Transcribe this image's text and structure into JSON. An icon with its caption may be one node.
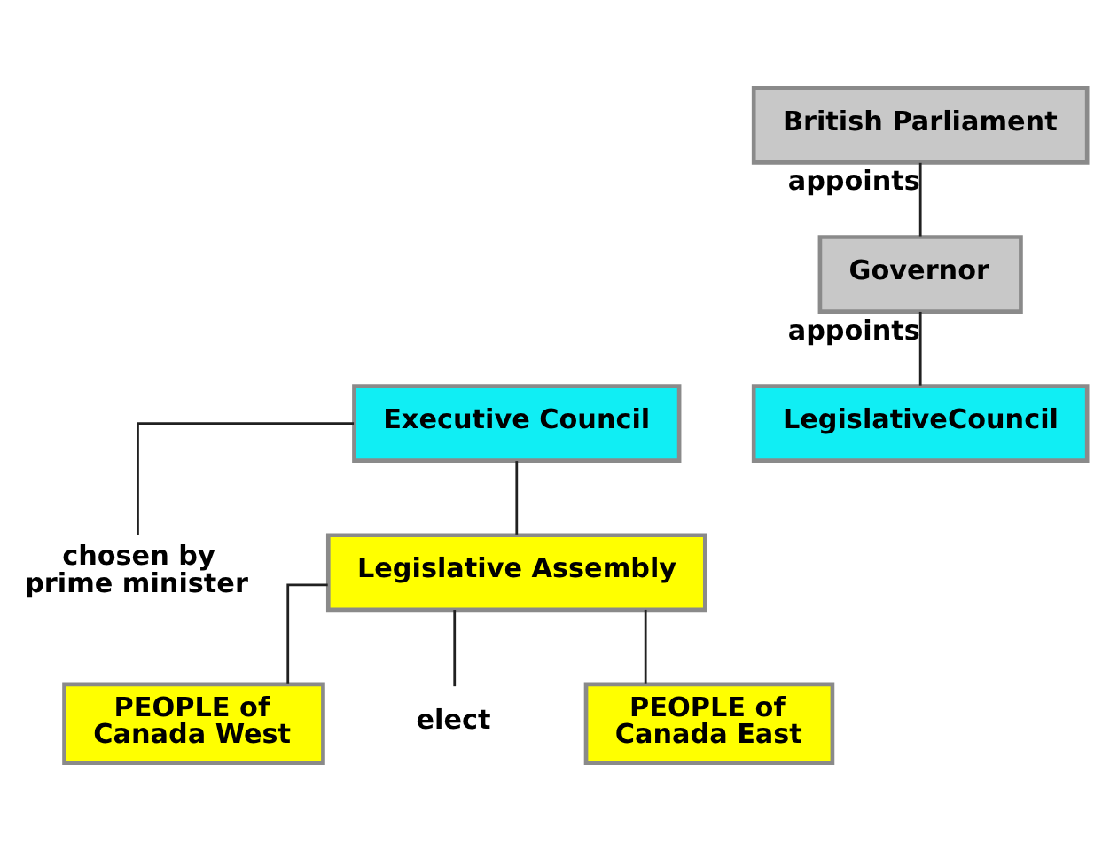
{
  "diagram": {
    "nodes": [
      {
        "text": [
          "British Parliament"
        ]
      },
      {
        "text": [
          "Governor"
        ]
      },
      {
        "text": [
          "Executive Council"
        ]
      },
      {
        "text": [
          "LegislativeCouncil"
        ]
      },
      {
        "text": [
          "chosen by prime minister"
        ]
      },
      {
        "text": [
          "Legislative Assembly"
        ]
      },
      {
        "text": [
          "elect"
        ]
      },
      {
        "text": [
          "PEOPLE of Canada West"
        ]
      },
      {
        "text": [
          "PEOPLE of Canada East"
        ]
      }
    ],
    "edges": [
      {
        "from": 0,
        "to": 1,
        "arrow": "none",
        "label": "appoints"
      },
      {
        "from": 1,
        "to": 3,
        "arrow": "none",
        "label": "appoints"
      },
      {
        "from": 4,
        "to": 2,
        "arrow": "none"
      },
      {
        "from": 2,
        "to": 5,
        "arrow": "none"
      },
      {
        "from": 6,
        "to": 5,
        "arrow": "none"
      },
      {
        "from": 5,
        "to": 7,
        "arrow": "none"
      },
      {
        "from": 5,
        "to": 8,
        "arrow": "none"
      }
    ]
  }
}
